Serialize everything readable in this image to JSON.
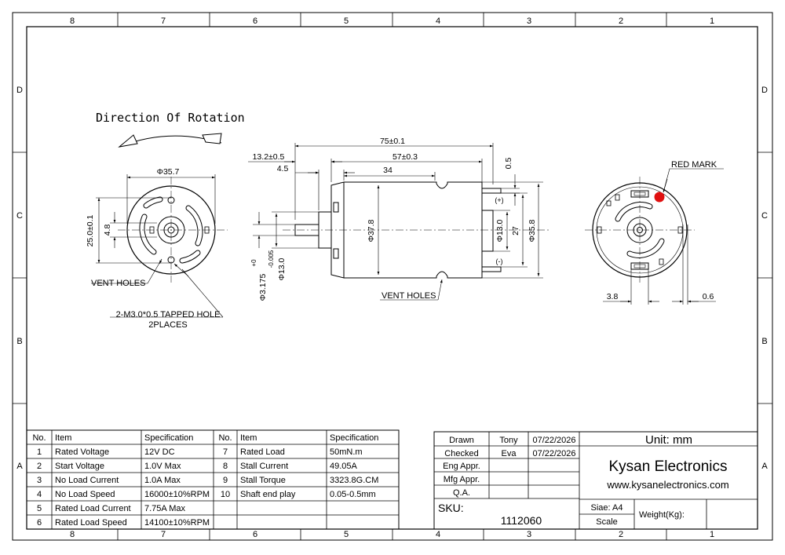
{
  "zones": {
    "columns": [
      "8",
      "7",
      "6",
      "5",
      "4",
      "3",
      "2",
      "1"
    ],
    "rows": [
      "D",
      "C",
      "B",
      "A"
    ]
  },
  "front_view": {
    "title": "Direction Of Rotation",
    "dia_label": "Φ35.7",
    "height_label": "25.0±0.1",
    "inner_label": "4.8",
    "vent_label": "VENT HOLES",
    "tapped_label": "2-M3.0*0.5 TAPPED HOLE",
    "tapped_label2": "2PLACES"
  },
  "side_view": {
    "dims": {
      "overall": "75±0.1",
      "body": "57±0.3",
      "shaft_total": "13.2±0.5",
      "boss": "4.5",
      "can": "34",
      "terminal_gap": "0.5",
      "can_dia": "Φ37.8",
      "boss_dia": "Φ13.0",
      "shaft_dia": "Φ3.175",
      "shaft_tol_upper": "+0",
      "shaft_tol_lower": "-0.005",
      "rear_boss_dia": "Φ13.0",
      "rear_span": "27",
      "rear_dia": "Φ35.8"
    },
    "plus_label": "(+)",
    "minus_label": "(-)",
    "vent_label": "VENT HOLES"
  },
  "rear_view": {
    "red_mark_label": "RED MARK",
    "red_mark_color": "#e01010",
    "dim_left": "3.8",
    "dim_right": "0.6"
  },
  "spec_table": {
    "headers": [
      "No.",
      "Item",
      "Specification",
      "No.",
      "Item",
      "Specification"
    ],
    "rows": [
      [
        "1",
        "Rated Voltage",
        "12V DC",
        "7",
        "Rated Load",
        "50mN.m"
      ],
      [
        "2",
        "Start Voltage",
        "1.0V Max",
        "8",
        "Stall Current",
        "49.05A"
      ],
      [
        "3",
        "No Load Current",
        "1.0A Max",
        "9",
        "Stall Torque",
        "3323.8G.CM"
      ],
      [
        "4",
        "No Load Speed",
        "16000±10%RPM",
        "10",
        "Shaft end play",
        "0.05-0.5mm"
      ],
      [
        "5",
        "Rated Load Current",
        "7.75A Max",
        "",
        "",
        ""
      ],
      [
        "6",
        "Rated Load Speed",
        "14100±10%RPM",
        "",
        "",
        ""
      ]
    ]
  },
  "title_block": {
    "approvals": [
      {
        "label": "Drawn",
        "name": "Tony",
        "date": "07/22/2026"
      },
      {
        "label": "Checked",
        "name": "Eva",
        "date": "07/22/2026"
      },
      {
        "label": "Eng Appr.",
        "name": "",
        "date": ""
      },
      {
        "label": "Mfg Appr.",
        "name": "",
        "date": ""
      },
      {
        "label": "Q.A.",
        "name": "",
        "date": ""
      }
    ],
    "unit": "Unit: mm",
    "company": "Kysan Electronics",
    "website": "www.kysanelectronics.com",
    "sku_label": "SKU:",
    "sku": "1112060",
    "size": "Siae: A4",
    "scale": "Scale",
    "weight": "Weight(Kg):"
  }
}
